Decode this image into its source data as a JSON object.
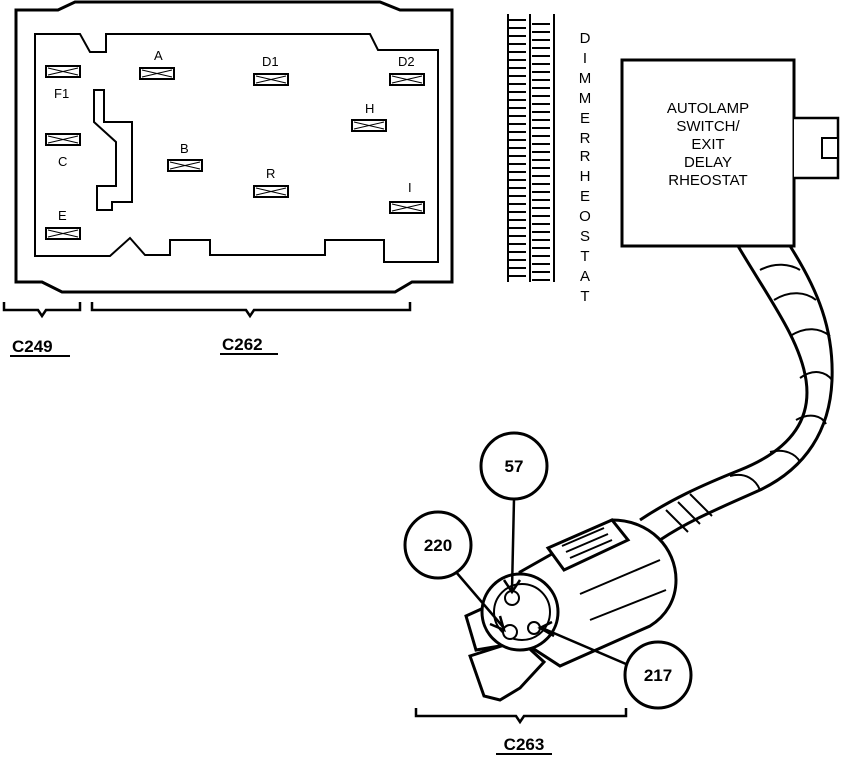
{
  "connector_panel": {
    "pins": [
      "A",
      "D1",
      "D2",
      "F1",
      "H",
      "C",
      "B",
      "R",
      "I",
      "E"
    ],
    "left_label": "C249",
    "right_label": "C262"
  },
  "dimmer": {
    "label_line1": "DIMMER",
    "label_line2": "RHEOSTAT"
  },
  "autolamp": {
    "lines": [
      "AUTOLAMP",
      "SWITCH/",
      "EXIT",
      "DELAY",
      "RHEOSTAT"
    ]
  },
  "plug": {
    "wires": [
      "57",
      "220",
      "217"
    ],
    "label": "C263"
  }
}
